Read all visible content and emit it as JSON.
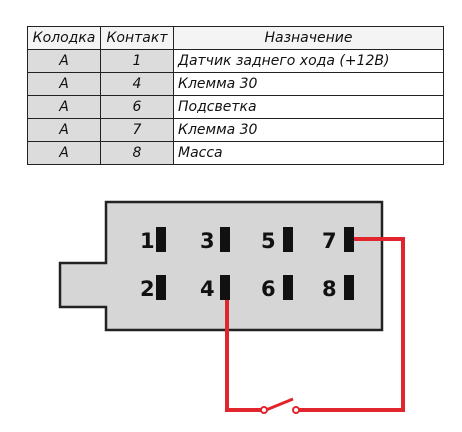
{
  "table": {
    "headers": {
      "block": "Колодка",
      "contact": "Контакт",
      "purpose": "Назначение"
    },
    "rows": [
      {
        "block": "A",
        "contact": "1",
        "purpose": "Датчик заднего хода (+12В)"
      },
      {
        "block": "A",
        "contact": "4",
        "purpose": "Клемма 30"
      },
      {
        "block": "A",
        "contact": "6",
        "purpose": "Подсветка"
      },
      {
        "block": "A",
        "contact": "7",
        "purpose": "Клемма 30"
      },
      {
        "block": "A",
        "contact": "8",
        "purpose": "Масса"
      }
    ]
  },
  "connector": {
    "top_row_pins": [
      "1",
      "3",
      "5",
      "7"
    ],
    "bottom_row_pins": [
      "2",
      "4",
      "6",
      "8"
    ]
  },
  "colors": {
    "wire": "#e0262c",
    "connector_fill": "#d6d6d6",
    "outline": "#222222",
    "table_shade": "#dcdcdc"
  }
}
